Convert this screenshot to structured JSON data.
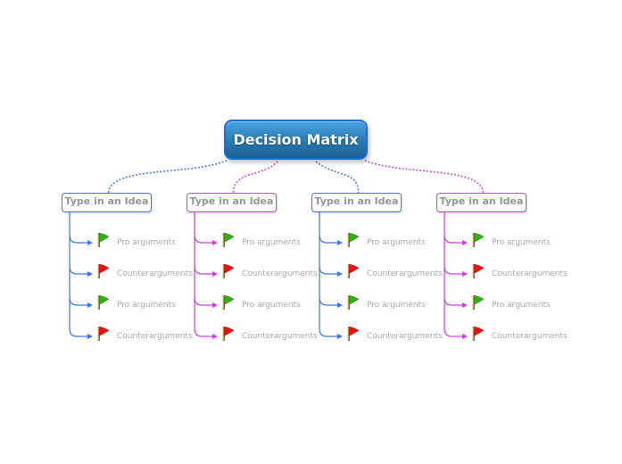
{
  "canvas": {
    "title": "Decision Matrix mind map"
  },
  "root": {
    "label": "Decision Matrix"
  },
  "colors": {
    "root_border": "#1a6fd4",
    "root_fill_top": "#4aa4e0",
    "root_fill_bottom": "#1b618f",
    "blue_accent": "#3b74ef",
    "magenta_accent": "#cc3ddf",
    "topic_text": "#959595",
    "child_text": "#a8a8a8",
    "flag_green": "#2eb312",
    "flag_red": "#ea1212",
    "flag_pole": "#9c6d35"
  },
  "branches": [
    {
      "label": "Type in an Idea",
      "accent": "blue",
      "children": [
        {
          "icon": "green-flag-icon",
          "label": "Pro arguments"
        },
        {
          "icon": "red-flag-icon",
          "label": "Counterarguments"
        },
        {
          "icon": "green-flag-icon",
          "label": "Pro arguments"
        },
        {
          "icon": "red-flag-icon",
          "label": "Counterarguments"
        }
      ]
    },
    {
      "label": "Type in an Idea",
      "accent": "magenta",
      "children": [
        {
          "icon": "green-flag-icon",
          "label": "Pro arguments"
        },
        {
          "icon": "red-flag-icon",
          "label": "Counterarguments"
        },
        {
          "icon": "green-flag-icon",
          "label": "Pro arguments"
        },
        {
          "icon": "red-flag-icon",
          "label": "Counterarguments"
        }
      ]
    },
    {
      "label": "Type in an Idea",
      "accent": "blue",
      "children": [
        {
          "icon": "green-flag-icon",
          "label": "Pro arguments"
        },
        {
          "icon": "red-flag-icon",
          "label": "Counterarguments"
        },
        {
          "icon": "green-flag-icon",
          "label": "Pro arguments"
        },
        {
          "icon": "red-flag-icon",
          "label": "Counterarguments"
        }
      ]
    },
    {
      "label": "Type in an Idea",
      "accent": "magenta",
      "children": [
        {
          "icon": "green-flag-icon",
          "label": "Pro arguments"
        },
        {
          "icon": "red-flag-icon",
          "label": "Counterarguments"
        },
        {
          "icon": "green-flag-icon",
          "label": "Pro arguments"
        },
        {
          "icon": "red-flag-icon",
          "label": "Counterarguments"
        }
      ]
    }
  ]
}
